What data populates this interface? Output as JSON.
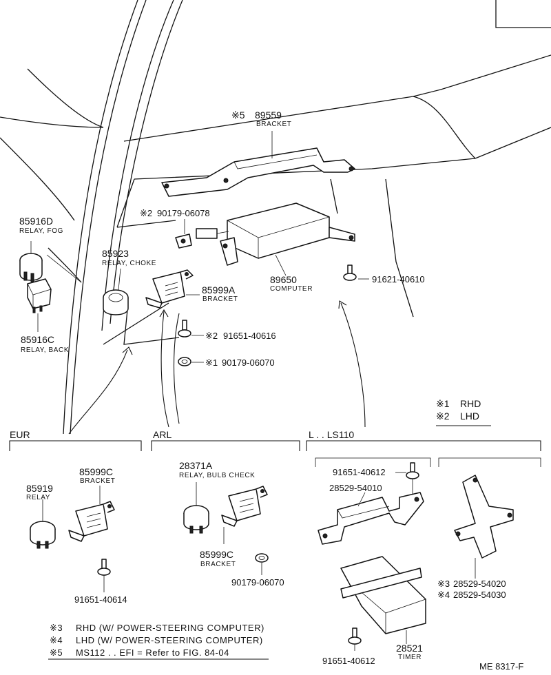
{
  "parts": {
    "bracket_89559": {
      "mark": "※5",
      "number": "89559",
      "name": "BRACKET"
    },
    "clip_90179_06078": {
      "mark": "※2",
      "number": "90179-06078"
    },
    "relay_fog": {
      "number": "85916D",
      "name": "RELAY, FOG"
    },
    "relay_choke": {
      "number": "85923",
      "name": "RELAY, CHOKE"
    },
    "bracket_85999A": {
      "number": "85999A",
      "name": "BRACKET"
    },
    "computer": {
      "number": "89650",
      "name": "COMPUTER"
    },
    "bolt_91621": {
      "number": "91621-40610"
    },
    "relay_back": {
      "number": "85916C",
      "name": "RELAY, BACK"
    },
    "bolt_91651_40616": {
      "mark": "※2",
      "number": "91651-40616"
    },
    "nut_90179_06070_top": {
      "mark": "※1",
      "number": "90179-06070"
    },
    "eur_relay": {
      "number": "85919",
      "name": "RELAY"
    },
    "eur_bracket": {
      "number": "85999C",
      "name": "BRACKET"
    },
    "eur_bolt": {
      "number": "91651-40614"
    },
    "arl_relay": {
      "number": "28371A",
      "name": "RELAY, BULB CHECK"
    },
    "arl_bracket": {
      "number": "85999C",
      "name": "BRACKET"
    },
    "arl_nut": {
      "number": "90179-06070"
    },
    "ls_bolt_top": {
      "number": "91651-40612"
    },
    "ls_bracket": {
      "number": "28529-54010"
    },
    "ls_bracket_rhd": {
      "mark": "※3",
      "number": "28529-54020"
    },
    "ls_bracket_lhd": {
      "mark": "※4",
      "number": "28529-54030"
    },
    "timer": {
      "number": "28521",
      "name": "TIMER"
    },
    "ls_bolt_bottom": {
      "number": "91651-40612"
    }
  },
  "sections": {
    "eur": "EUR",
    "arl": "ARL",
    "ls": "L . . LS110"
  },
  "legend_top": [
    {
      "mark": "※1",
      "text": "RHD"
    },
    {
      "mark": "※2",
      "text": "LHD"
    }
  ],
  "notes": [
    {
      "mark": "※3",
      "text": "RHD (W/ POWER-STEERING  COMPUTER)"
    },
    {
      "mark": "※4",
      "text": "LHD (W/ POWER-STEERING  COMPUTER)"
    },
    {
      "mark": "※5",
      "text": "MS112 . . EFI = Refer to FIG. 84-04"
    }
  ],
  "figure_code": "ME  8317-F"
}
